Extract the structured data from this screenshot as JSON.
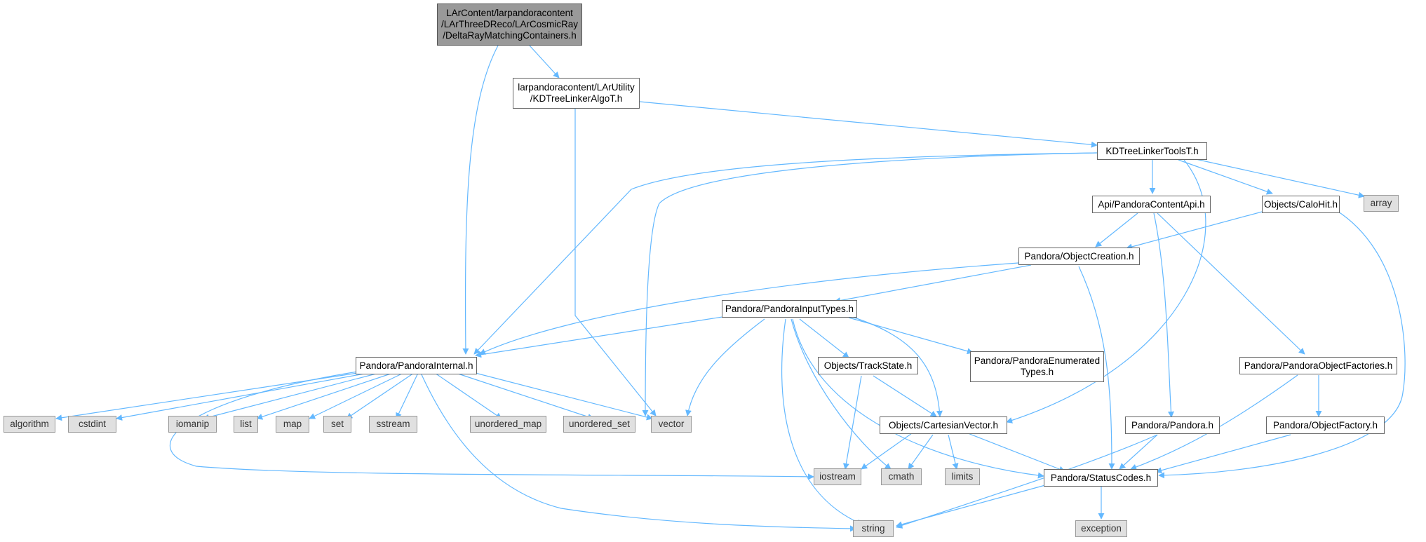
{
  "colors": {
    "edge": "#63b8ff",
    "node_border": "#666666",
    "system_fill": "#e0e0e0",
    "root_fill": "#999999"
  },
  "nodes": {
    "root": "LArContent/larpandoracontent\n/LArThreeDReco/LArCosmicRay\n/DeltaRayMatchingContainers.h",
    "kdtreelinkeralgo": "larpandoracontent/LArUtility\n/KDTreeLinkerAlgoT.h",
    "kdtreelinkertools": "KDTreeLinkerToolsT.h",
    "pandoracontentapi": "Api/PandoraContentApi.h",
    "calohit": "Objects/CaloHit.h",
    "array": "array",
    "objectcreation": "Pandora/ObjectCreation.h",
    "pandorainputtypes": "Pandora/PandoraInputTypes.h",
    "pandorainternal": "Pandora/PandoraInternal.h",
    "trackstate": "Objects/TrackState.h",
    "pandoraenumerated": "Pandora/PandoraEnumerated\nTypes.h",
    "pandoraobjectfactories": "Pandora/PandoraObjectFactories.h",
    "algorithm": "algorithm",
    "cstdint": "cstdint",
    "iomanip": "iomanip",
    "list": "list",
    "map": "map",
    "set": "set",
    "sstream": "sstream",
    "unordered_map": "unordered_map",
    "unordered_set": "unordered_set",
    "vector": "vector",
    "cartesianvector": "Objects/CartesianVector.h",
    "pandora": "Pandora/Pandora.h",
    "objectfactory": "Pandora/ObjectFactory.h",
    "iostream": "iostream",
    "cmath": "cmath",
    "limits": "limits",
    "statuscodes": "Pandora/StatusCodes.h",
    "string": "string",
    "exception": "exception"
  }
}
